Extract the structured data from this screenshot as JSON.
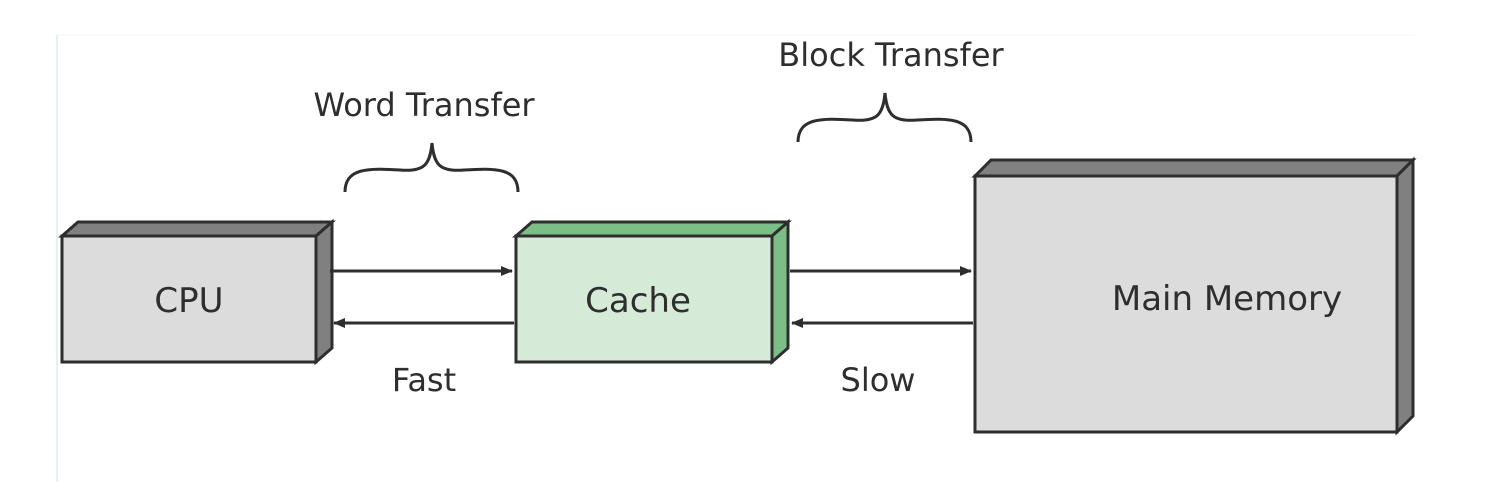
{
  "diagram": {
    "nodes": {
      "cpu": {
        "label": "CPU"
      },
      "cache": {
        "label": "Cache"
      },
      "memory": {
        "label": "Main Memory"
      }
    },
    "transfers": {
      "word": {
        "label": "Word Transfer",
        "speed": "Fast"
      },
      "block": {
        "label": "Block Transfer",
        "speed": "Slow"
      }
    },
    "colors": {
      "box_fill": "#dcdcdc",
      "box_side": "#808080",
      "box_stroke": "#2e2e2e",
      "cache_fill": "#d5ead7",
      "cache_side": "#7cbf86",
      "arrow": "#2e2e2e"
    }
  }
}
